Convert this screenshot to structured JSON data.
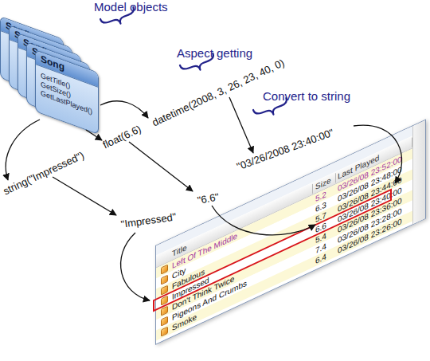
{
  "diagram": {
    "nodes": [
      {
        "text": [
          "Song"
        ]
      },
      {
        "text": [
          "Song"
        ]
      },
      {
        "text": [
          "Song"
        ]
      },
      {
        "text": [
          "Song"
        ]
      },
      {
        "text": [
          "Song",
          "GetTitle()",
          "GetSize()",
          "GetLastPlayed()"
        ]
      },
      {
        "text": [
          "Title",
          "Size",
          "Last Played",
          "Left Of The Middle",
          "5.2",
          "03/26/08 23:52:00",
          "City",
          "6.3",
          "03/26/08 23:48:00",
          "Fabulous",
          "5.7",
          "03/26/08 23:44:00",
          "Impressed",
          "6.6",
          "03/26/08 23:40:00",
          "Don't Think Twice",
          "5.4",
          "03/26/08 23:36:00",
          "Pigeons And Crumbs",
          "7.4",
          "03/26/08 23:28:00",
          "Smoke",
          "6.4",
          "03/26/08 23:26:00"
        ]
      }
    ],
    "labels": [
      "Model objects",
      "Aspect getting",
      "Convert to string",
      "datetime(2008, 3, 26, 23, 40, 0)",
      "float(6.6)",
      "string(\"Impressed\")",
      "\"6.6\"",
      "\"03/26/2008 23:40:00\"",
      "\"Impressed\""
    ]
  }
}
